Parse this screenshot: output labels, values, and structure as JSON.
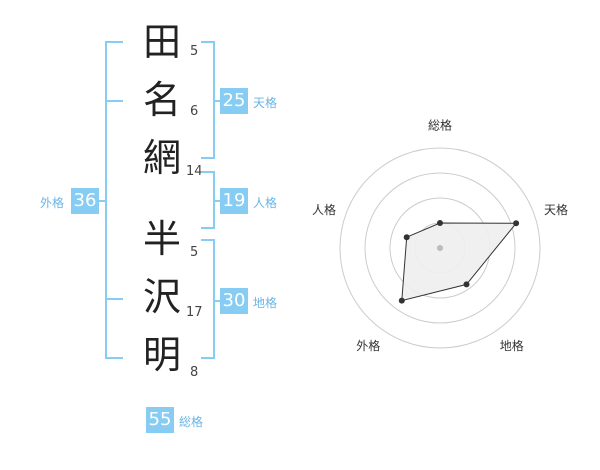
{
  "name": {
    "surname": [
      {
        "char": "田",
        "strokes": "5"
      },
      {
        "char": "名",
        "strokes": "6"
      },
      {
        "char": "網",
        "strokes": "14"
      }
    ],
    "given": [
      {
        "char": "半",
        "strokes": "5"
      },
      {
        "char": "沢",
        "strokes": "17"
      },
      {
        "char": "明",
        "strokes": "8"
      }
    ]
  },
  "kakusu": {
    "tenkaku": {
      "label": "天格",
      "value": "25"
    },
    "jinkaku": {
      "label": "人格",
      "value": "19"
    },
    "chikaku": {
      "label": "地格",
      "value": "30"
    },
    "gaikaku": {
      "label": "外格",
      "value": "36"
    },
    "soukaku": {
      "label": "総格",
      "value": "55"
    }
  },
  "chart_data": {
    "type": "radar",
    "axes": [
      "総格",
      "天格",
      "地格",
      "外格",
      "人格"
    ],
    "values": [
      0.25,
      0.8,
      0.45,
      0.65,
      0.35
    ],
    "range": [
      0,
      1
    ],
    "rings": 4,
    "colors": {
      "fill": "#eeeeee",
      "stroke": "#333333",
      "ring": "#cccccc",
      "center": "#bbbbbb"
    }
  }
}
